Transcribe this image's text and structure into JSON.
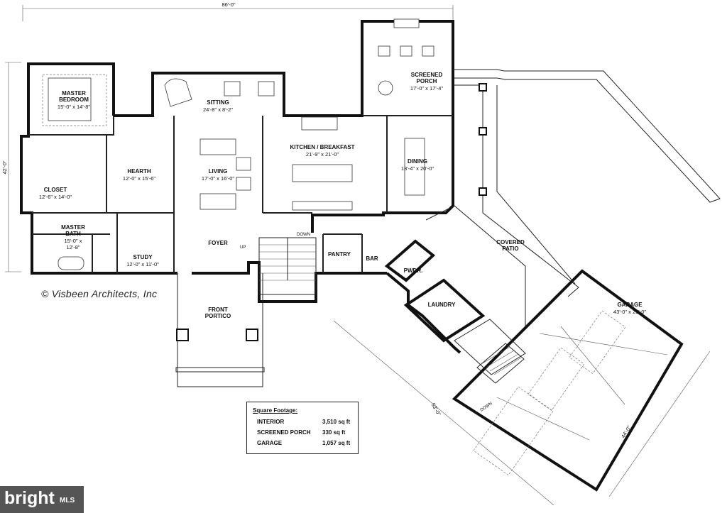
{
  "overall_width": "86'-0\"",
  "overall_depth": "42'-0\"",
  "garage_depth_dim": "53'-0\"",
  "garage_width_dim": "44'-0\"",
  "rooms": {
    "master_bedroom": {
      "name": "MASTER BEDROOM",
      "line1": "MASTER",
      "line2": "BEDROOM",
      "size": "15'-0\" x 14'-8\""
    },
    "sitting": {
      "name": "SITTING",
      "size": "24'-8\" x 8'-2\""
    },
    "screened_porch": {
      "line1": "SCREENED",
      "line2": "PORCH",
      "size": "17'-0\" x 17'-4\""
    },
    "kitchen": {
      "name": "KITCHEN / BREAKFAST",
      "size": "21'-9\" x 21'-0\""
    },
    "dining": {
      "name": "DINING",
      "size": "13'-4\" x 20'-0\""
    },
    "hearth": {
      "name": "HEARTH",
      "size": "12'-0\" x 15'-6\""
    },
    "living": {
      "name": "LIVING",
      "size": "17'-0\" x 16'-0\""
    },
    "closet": {
      "name": "CLOSET",
      "size": "12'-6\" x 14'-0\""
    },
    "master_bath": {
      "line1": "MASTER",
      "line2": "BATH",
      "size1": "15'-0\" x",
      "size2": "12'-8\""
    },
    "study": {
      "name": "STUDY",
      "size": "12'-0\" x 11'-0\""
    },
    "foyer": {
      "name": "FOYER"
    },
    "pantry": {
      "name": "PANTRY"
    },
    "bar": {
      "name": "BAR"
    },
    "pwdr": {
      "name": "PWDR."
    },
    "laundry": {
      "name": "LAUNDRY"
    },
    "covered_patio": {
      "line1": "COVERED",
      "line2": "PATIO"
    },
    "front_portico": {
      "line1": "FRONT",
      "line2": "PORTICO"
    },
    "garage": {
      "name": "GARAGE",
      "size": "43'-0\" x 25'-0\""
    }
  },
  "stairs": {
    "up": "UP",
    "down": "DOWN",
    "down_garage": "DOWN"
  },
  "credit": "© Visbeen Architects, Inc",
  "square_footage": {
    "title": "Square Footage:",
    "rows": [
      {
        "label": "INTERIOR",
        "value": "3,510 sq ft"
      },
      {
        "label": "SCREENED PORCH",
        "value": "330 sq ft"
      },
      {
        "label": "GARAGE",
        "value": "1,057 sq ft"
      }
    ]
  },
  "logo": {
    "brand": "bright",
    "suffix": "MLS"
  }
}
